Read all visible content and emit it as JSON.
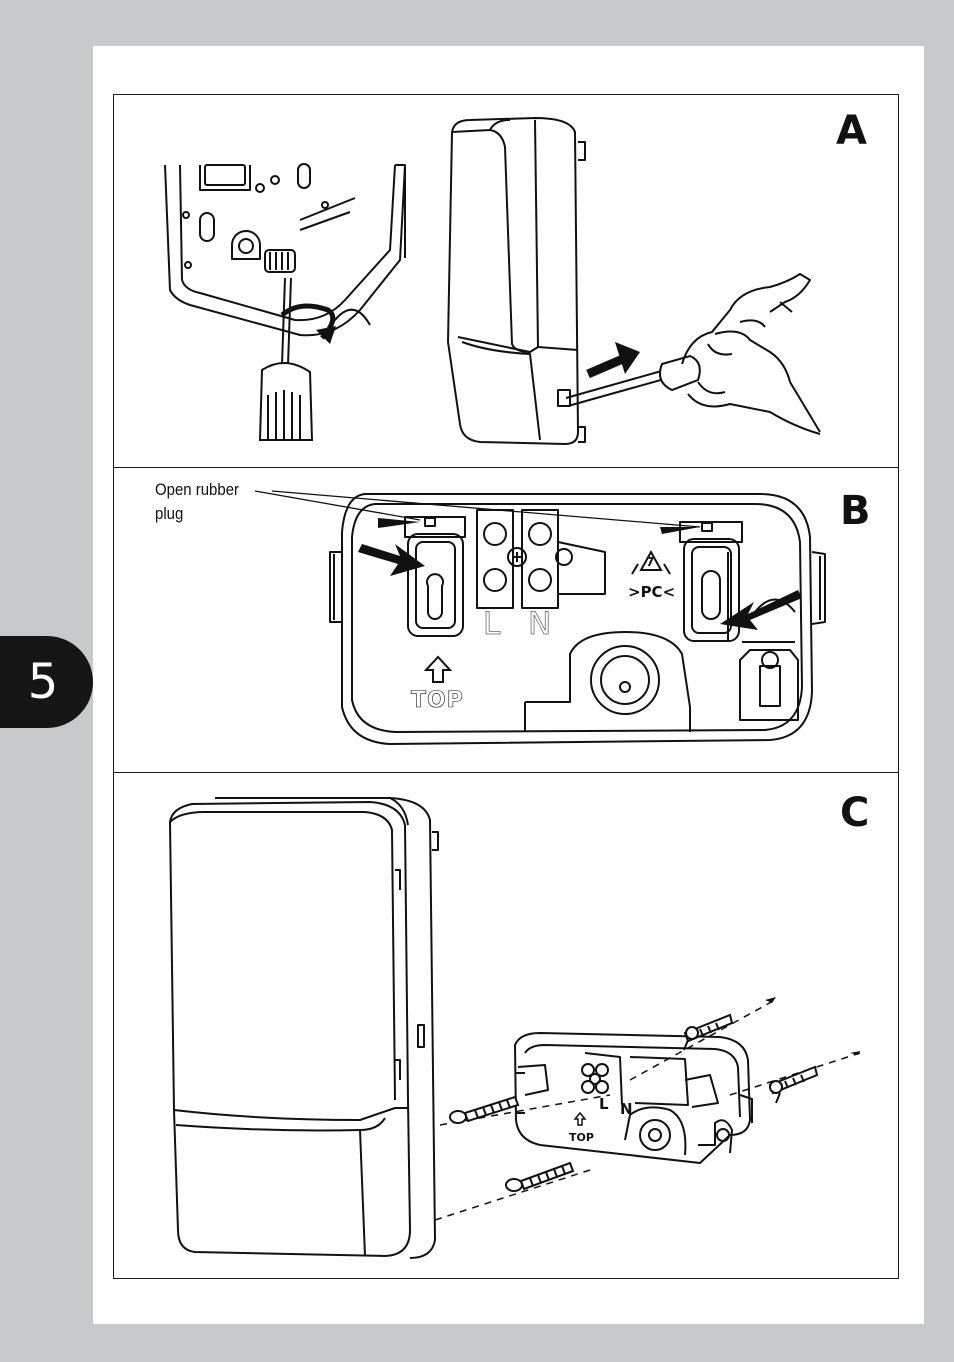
{
  "page": {
    "number": "5"
  },
  "panels": {
    "a": {
      "letter": "A"
    },
    "b": {
      "letter": "B",
      "callout": "Open rubber plug",
      "terminal_l": "L",
      "terminal_n": "N",
      "top_label": "TOP",
      "recycle_code": "7",
      "material": ">PC<"
    },
    "c": {
      "letter": "C",
      "terminal_l": "L",
      "terminal_n": "N",
      "top_label": "TOP"
    }
  },
  "icons": [
    "screwdriver-icon",
    "rotate-arrow-icon",
    "push-arrow-icon",
    "hand-icon",
    "screw-icon",
    "wall-plug-icon",
    "recycle-icon",
    "up-arrow-icon"
  ]
}
